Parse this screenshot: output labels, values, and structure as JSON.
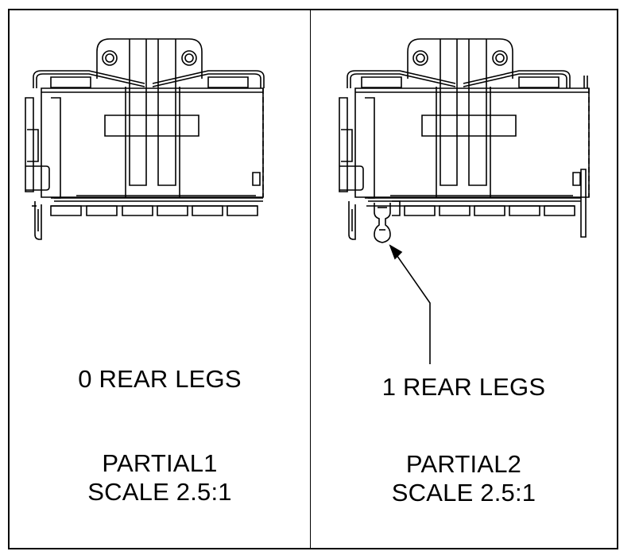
{
  "panels": [
    {
      "legs_label": "0 REAR LEGS",
      "partial_name": "PARTIAL1",
      "scale_label": "SCALE 2.5:1"
    },
    {
      "legs_label": "1 REAR LEGS",
      "partial_name": "PARTIAL2",
      "scale_label": "SCALE 2.5:1"
    }
  ],
  "colors": {
    "line": "#000000",
    "background": "#ffffff"
  }
}
